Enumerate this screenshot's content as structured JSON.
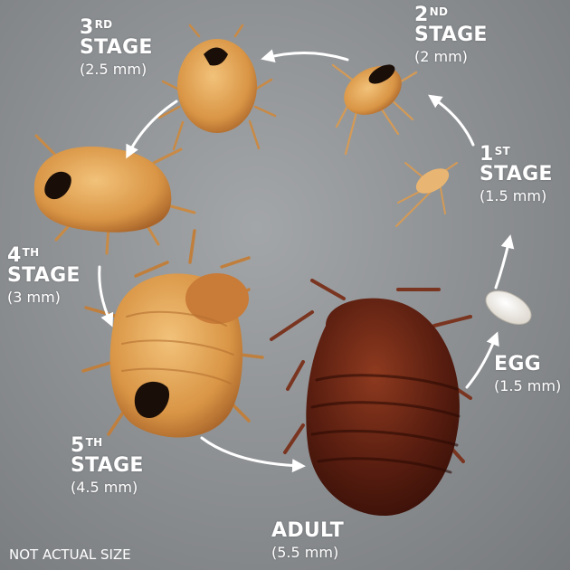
{
  "stages": {
    "egg": {
      "name": "EGG",
      "size": "(1.5 mm)"
    },
    "first": {
      "num": "1",
      "ord": "ST",
      "name": "STAGE",
      "size": "(1.5 mm)"
    },
    "second": {
      "num": "2",
      "ord": "ND",
      "name": "STAGE",
      "size": "(2 mm)"
    },
    "third": {
      "num": "3",
      "ord": "RD",
      "name": "STAGE",
      "size": "(2.5 mm)"
    },
    "fourth": {
      "num": "4",
      "ord": "TH",
      "name": "STAGE",
      "size": "(3 mm)"
    },
    "fifth": {
      "num": "5",
      "ord": "TH",
      "name": "STAGE",
      "size": "(4.5 mm)"
    },
    "adult": {
      "name": "ADULT",
      "size": "(5.5 mm)"
    }
  },
  "note": "NOT ACTUAL SIZE",
  "colors": {
    "background": "#8f9295",
    "nymph_body": "#d99545",
    "nymph_dark_spot": "#1a0e08",
    "adult_body": "#5a1e10",
    "arrow": "#ffffff",
    "egg": "#f4f0ea"
  }
}
